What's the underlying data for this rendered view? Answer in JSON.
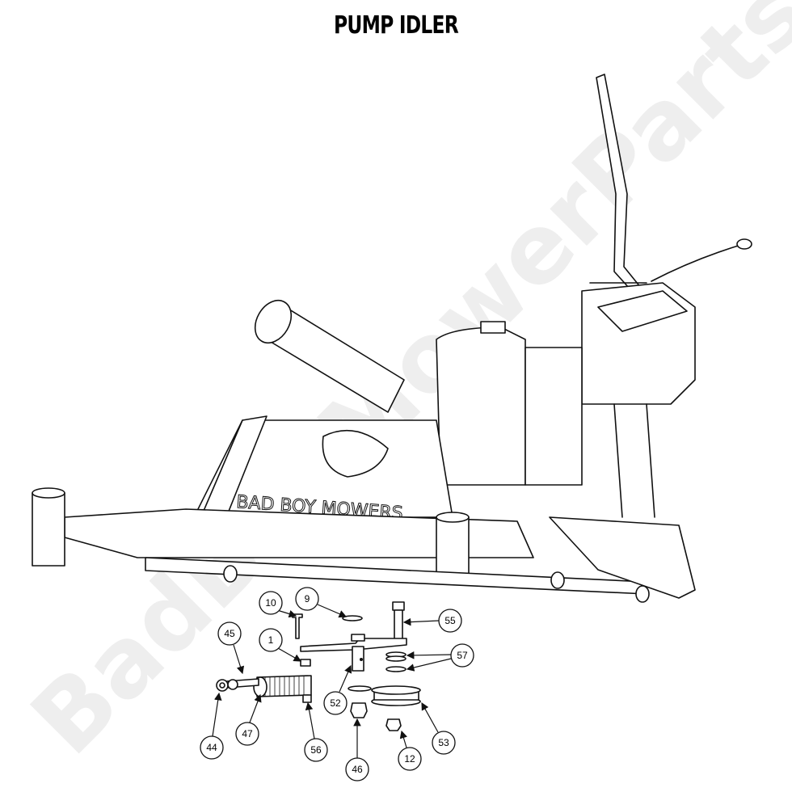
{
  "title": "PUMP IDLER",
  "watermark": "BadBoyMowerParts.com",
  "deck_logo": "BAD BOY MOWERS",
  "callouts": [
    "10",
    "9",
    "55",
    "45",
    "1",
    "57",
    "52",
    "47",
    "44",
    "56",
    "46",
    "12",
    "53"
  ]
}
